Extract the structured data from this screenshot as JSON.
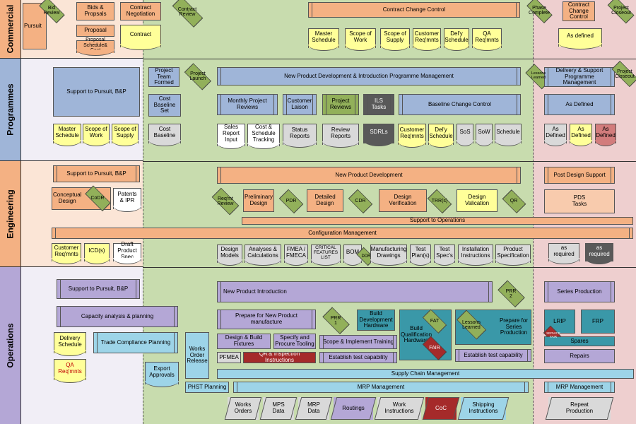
{
  "lanes": {
    "commercial": "Commercial",
    "programmes": "Programmes",
    "engineering": "Engineering",
    "operations": "Operations"
  },
  "commercial": {
    "bid_review": "Bid\nReview",
    "pursuit": "Pursuit",
    "bids_proposals": "Bids &\nPropsals",
    "proposal": "Proposal",
    "proposal_schedule": "Proposal\nSchedule& Cost",
    "contract_negotiation": "Contract\nNegotiation",
    "contract": "Contract",
    "contract_review": "Contract\nReview",
    "contract_change_control": "Contract Change Control",
    "docs": [
      "Master\nSchedule",
      "Scope of\nWork",
      "Scope of\nSupply",
      "Customer\nReq'mnts",
      "Del'y\nSchedule",
      "QA\nReq'mnts"
    ],
    "phase_complete": "Phase\nComplete",
    "contract_change_control_r": "Contract\nChange\nControl",
    "project_closeout": "Project\nCloseout",
    "as_defined": "As defined"
  },
  "programmes": {
    "support_pursuit": "Support to Pursuit, B&P",
    "docs_left": [
      "Master\nSchedule",
      "Scope of\nWork",
      "Scope of\nSupply"
    ],
    "project_team_formed": "Project\nTeam\nFormed",
    "project_launch": "Project\nLaunch",
    "cost_baseline_set": "Cost\nBaseline\nSet",
    "cost_baseline": "Cost\nBaseline",
    "npd_intro": "New Product Development & Introduction Programme Management",
    "monthly_reviews": "Monthly Project\nReviews",
    "customer_liaison": "Customer\nLaison",
    "project_reviews": "Project\nReviews",
    "ils_tasks": "ILS\nTasks",
    "baseline_change_control": "Baseline Change Control",
    "sales_report": "Sales\nReport\nInput",
    "cost_schedule_tracking": "Cost &\nSchedule\nTracking",
    "status_reports": "Status\nReports",
    "review_reports": "Review\nReports",
    "sdrls": "SDRLs",
    "customer_reqmnts": "Customer\nReq'mnts",
    "dely_schedule": "Del'y\nSchedule",
    "sos": "SoS",
    "sow": "SoW",
    "schedule": "Schedule",
    "lessons_learned": "Lessons\nLearned",
    "delivery_support": "Delivery & Support\nProgramme\nManagement",
    "as_defined": "As Defined",
    "as_defined_docs": [
      "As\nDefined",
      "As\nDefined",
      "As\nDefined"
    ]
  },
  "engineering": {
    "support_pursuit": "Support to Pursuit, B&P",
    "conceptual_design": "Conceptual\nDesign",
    "codr": "CoDR",
    "patents_ipr": "Patents\n& IPR",
    "npd": "New Product Development",
    "reqmt_review": "Req'mt\nReview",
    "preliminary_design": "Preliminary\nDesign",
    "pdr": "PDR",
    "detailed_design": "Detailed\nDesign",
    "cdr": "CDR",
    "design_verification": "Design\nVerification",
    "trr": "TRR(s)",
    "design_validation": "Design\nValication",
    "qr": "QR",
    "support_operations": "Support to Operations",
    "configuration_management": "Configuration Management",
    "customer_reqmnts": "Customer\nReq'mnts",
    "icds": "ICD(s)",
    "draft_spec": "Draft\nProduct\nSpec",
    "docs": [
      "Design\nModels",
      "Analyses &\nCalculations",
      "FMEA /\nFMECA",
      "CRITICAL\nFEATURES\nLIST",
      "BOM",
      "Manufacturing\nDrawings",
      "Test\nPlan(s)",
      "Test\nSpec's",
      "Installation\nInstructions",
      "Product\nSpecification"
    ],
    "ddr": "DDR",
    "post_design_support": "Post Design Support",
    "pds_tasks": "PDS\nTasks",
    "as_required": "as\nrequired",
    "as_required_dark": "as\nrequired"
  },
  "operations": {
    "support_pursuit": "Support to Pursuit, B&P",
    "capacity_planning": "Capacity analysis & planning",
    "delivery_schedule": "Delivery\nSchedule",
    "qa_reqmnts": "QA\nReq'mnts",
    "trade_compliance": "Trade Compliance Planning",
    "works_order_release": "Works\nOrder\nRelease",
    "export_approvals": "Export\nApprovals",
    "phst_planning": "PHST Planning",
    "npi": "New Product Introduction",
    "prr2": "PRR\n2",
    "prepare_manufacture": "Prepare for New Product\nmanufacture",
    "prr1": "PRR\n1",
    "build_dev_hw": "Build\nDevelopment\nHardware",
    "build_qual_hw": "Build\nQualification\nHardware",
    "fat": "FAT",
    "fair": "FAIR",
    "lessons_learned": "Lessons\nLearned",
    "prepare_series": "Prepare for\nSeries\nProduction",
    "design_build_fixtures": "Design & Build\nFixtures",
    "specify_tooling": "Specify and\nProcure Tooling",
    "scope_training": "Scope & Implement Training",
    "pfmea": "PFMEA",
    "qa_inspection": "QA & Inspection Instructions",
    "establish_test_cap": "Establish test capability",
    "establish_test_cap2": "Establish test capability",
    "supply_chain": "Supply Chain Management",
    "mrp": "MRP Management",
    "docs": [
      "Works\nOrders",
      "MPS\nData",
      "MRP\nData",
      "Routings",
      "Work\nInstructions",
      "CoC",
      "Shipping\nInstructions"
    ],
    "series_production": "Series Production",
    "lrip": "LRIP",
    "frp": "FRP",
    "service_fair": "SERVICE\nFAIR",
    "spares": "Spares",
    "repairs": "Repairs",
    "mrp_r": "MRP Management",
    "repeat_production": "Repeat\nProduction"
  },
  "colors": {
    "commercial_bg": "#fbe5d6",
    "green_zone": "#c8dcae",
    "pink_zone": "#eecfcf",
    "left_zone": "#f1eef6",
    "orange": "#f4b183",
    "blue": "#9fb5d8",
    "yellow": "#ffff99",
    "purple": "#b4a7d6",
    "teal": "#3a98a8",
    "lightblue": "#9dd4e8",
    "grey": "#d9d9d9",
    "darkred": "#a52a2a"
  }
}
